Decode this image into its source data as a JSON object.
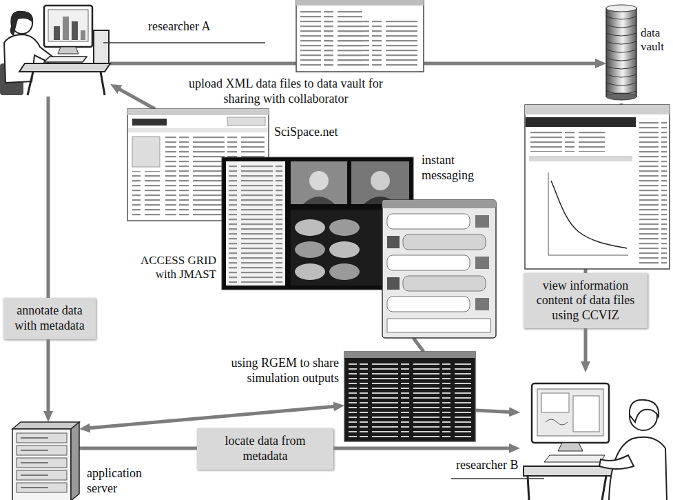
{
  "diagram": {
    "nodes": [
      {
        "text": [
          "researcher A"
        ]
      },
      {
        "text": [
          "data vault"
        ]
      },
      {
        "text": [
          "SciSpace.net"
        ]
      },
      {
        "text": [
          "ACCESS GRID with JMAST"
        ]
      },
      {
        "text": [
          "instant messaging"
        ]
      },
      {
        "text": [
          "using RGEM to share simulation outputs"
        ]
      },
      {
        "text": [
          "application server"
        ]
      },
      {
        "text": [
          "researcher B"
        ]
      }
    ],
    "edges": [
      {
        "from": 0,
        "to": 1,
        "arrow": "to",
        "label": "upload XML data files to data vault for sharing with collaborator"
      },
      {
        "from": 2,
        "to": 0,
        "arrow": "to"
      },
      {
        "from": 0,
        "to": 6,
        "arrow": "to",
        "label": "annotate data with metadata"
      },
      {
        "from": 1,
        "to": 7,
        "arrow": "to",
        "label": "view information content of data files using CCVIZ"
      },
      {
        "from": 4,
        "to": 5,
        "arrow": "none"
      },
      {
        "from": 6,
        "to": 5,
        "arrow": "both"
      },
      {
        "from": 5,
        "to": 7,
        "arrow": "to"
      },
      {
        "from": 6,
        "to": 7,
        "arrow": "to",
        "label": "locate data from metadata"
      }
    ]
  }
}
